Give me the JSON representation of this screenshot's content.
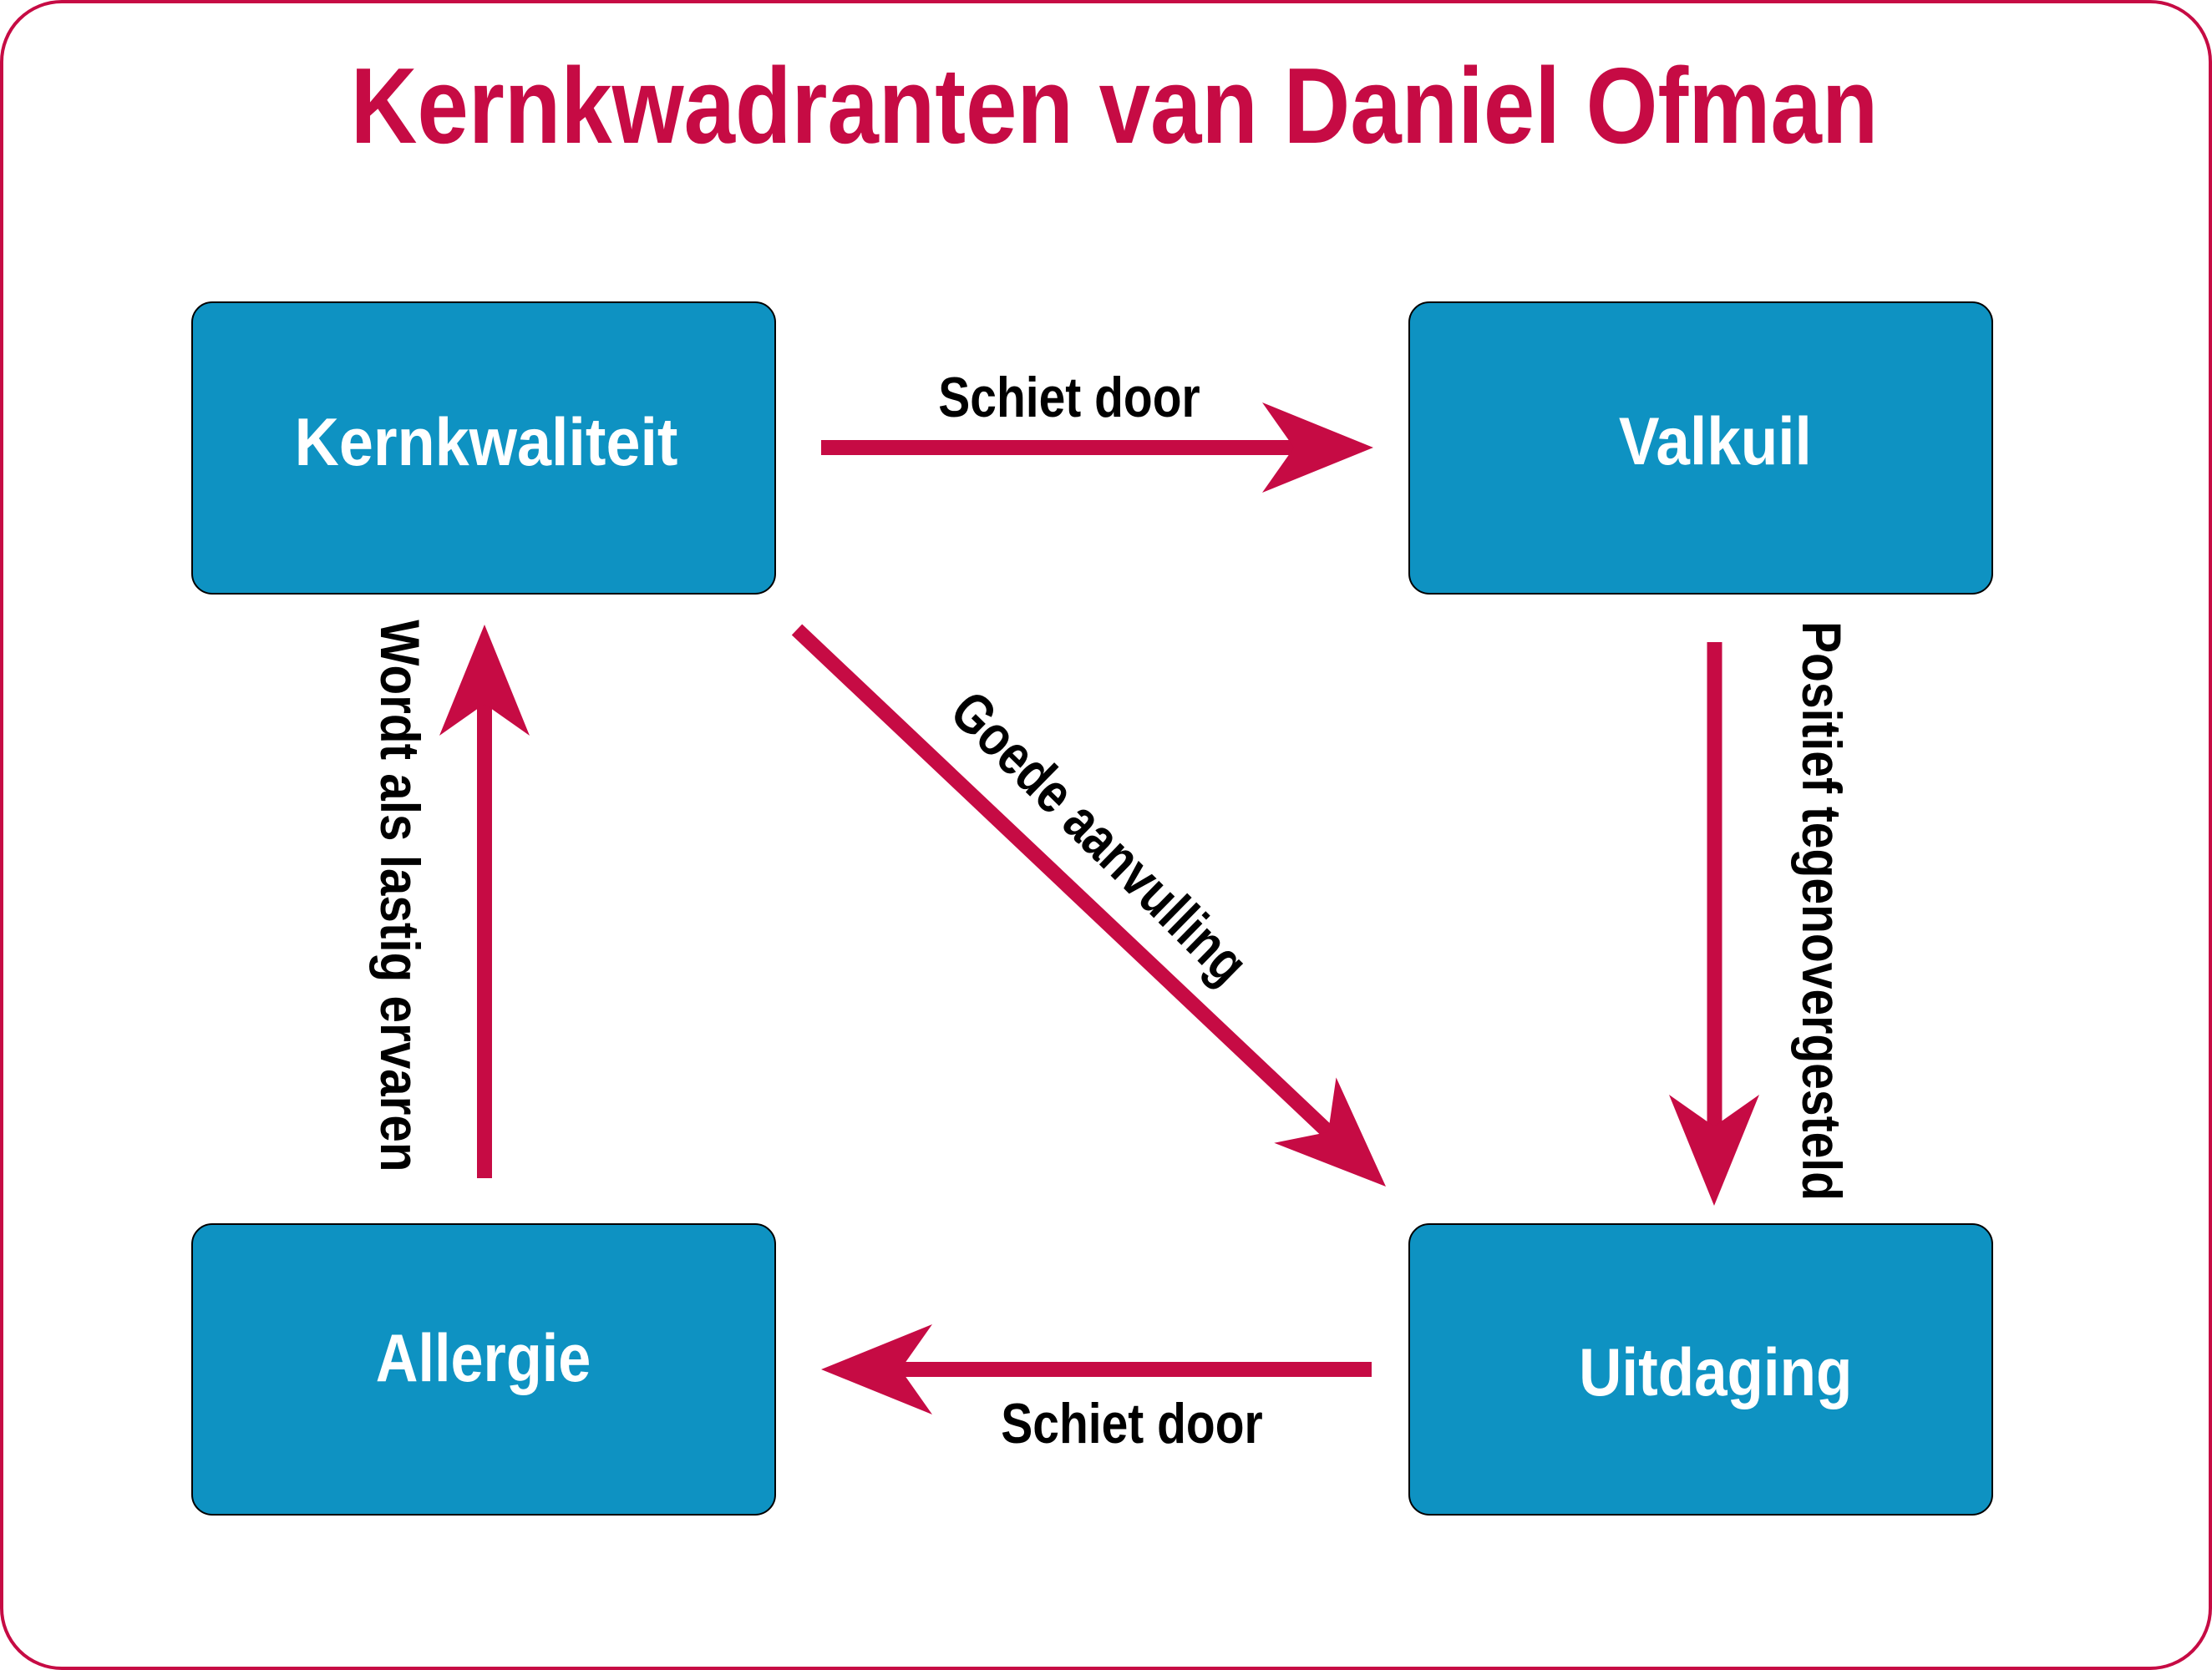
{
  "title": "Kernkwadranten van Daniel Ofman",
  "quadrants": {
    "kernkwaliteit": {
      "label": "Kernkwaliteit"
    },
    "valkuil": {
      "label": "Valkuil"
    },
    "allergie": {
      "label": "Allergie"
    },
    "uitdaging": {
      "label": "Uitdaging"
    }
  },
  "relations": {
    "schiet_door_top": {
      "label": "Schiet door"
    },
    "positief_tegenovergesteld": {
      "label": "Positief tegenovergesteld"
    },
    "schiet_door_bottom": {
      "label": "Schiet door"
    },
    "wordt_als_lastig_ervaren": {
      "label": "Wordt als lastig ervaren"
    },
    "goede_aanvulling": {
      "label": "Goede aanvulling"
    }
  },
  "theme": {
    "background": "#ffffff",
    "accent_red": "#c60b44",
    "box_blue": "#0e92c2",
    "box_border": "#000000",
    "label_black": "#000000",
    "label_white": "#ffffff"
  }
}
